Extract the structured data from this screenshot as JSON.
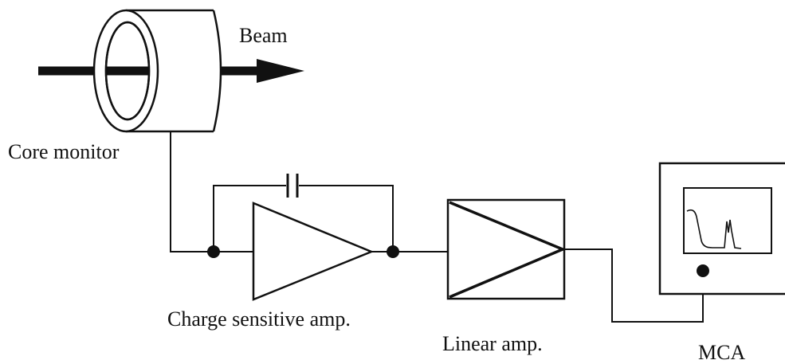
{
  "labels": {
    "beam": "Beam",
    "core_monitor": "Core monitor",
    "charge_amp": "Charge sensitive amp.",
    "linear_amp": "Linear amp.",
    "mca": "MCA"
  },
  "colors": {
    "ink": "#111111",
    "background": "#ffffff"
  }
}
